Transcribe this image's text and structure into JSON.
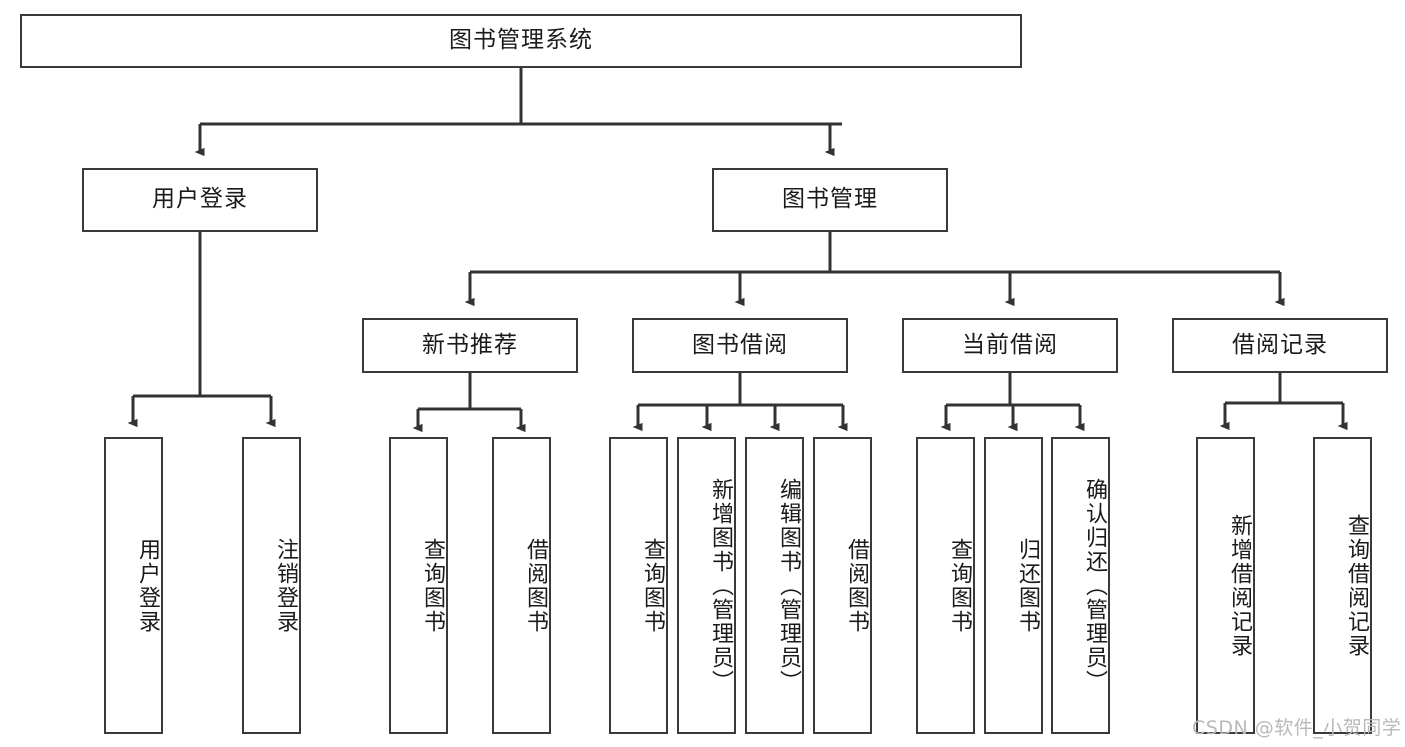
{
  "diagram": {
    "title": "图书管理系统",
    "watermark": "CSDN @软件_小贺同学",
    "colors": {
      "box_border": "#3a3a3a",
      "box_fill": "#ffffff",
      "edge": "#333333",
      "text": "#1b1b1b",
      "watermark": "#b9b9b9",
      "background": "#ffffff"
    },
    "root": {
      "label": "图书管理系统"
    },
    "level2": [
      {
        "label": "用户登录"
      },
      {
        "label": "图书管理"
      }
    ],
    "level3": [
      {
        "label": "新书推荐"
      },
      {
        "label": "图书借阅"
      },
      {
        "label": "当前借阅"
      },
      {
        "label": "借阅记录"
      }
    ],
    "leaves": {
      "user_login": [
        {
          "label": "用户登录"
        },
        {
          "label": "注销登录"
        }
      ],
      "new_book_recommend": [
        {
          "label": "查询图书"
        },
        {
          "label": "借阅图书"
        }
      ],
      "book_borrow": [
        {
          "label": "查询图书"
        },
        {
          "label": "新增图书（管理员）"
        },
        {
          "label": "编辑图书（管理员）"
        },
        {
          "label": "借阅图书"
        }
      ],
      "current_borrow": [
        {
          "label": "查询图书"
        },
        {
          "label": "归还图书"
        },
        {
          "label": "确认归还（管理员）"
        }
      ],
      "borrow_record": [
        {
          "label": "新增借阅记录"
        },
        {
          "label": "查询借阅记录"
        }
      ]
    }
  }
}
